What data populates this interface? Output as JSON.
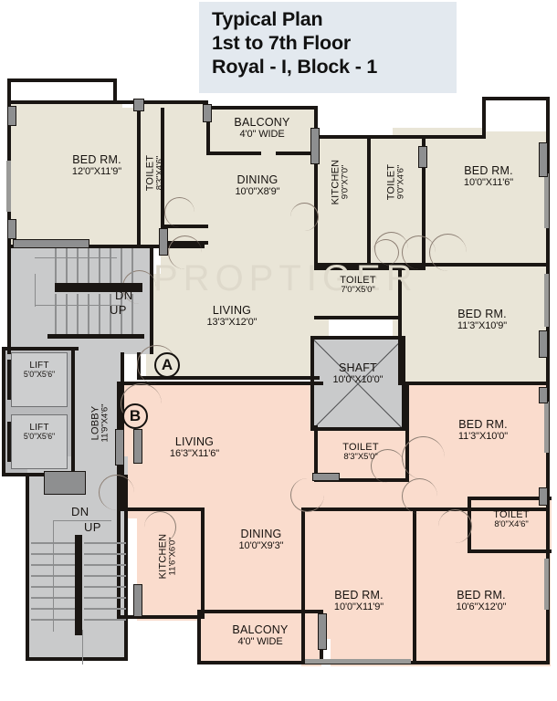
{
  "title": {
    "line1": "Typical Plan",
    "line2": "1st to 7th Floor",
    "line3": "Royal - I, Block - 1"
  },
  "watermark": "PROPTIGER",
  "colors": {
    "unit_a_fill": "#e9e5d7",
    "unit_b_fill": "#fadccd",
    "common_fill": "#c9cacb",
    "wall": "#1a1613",
    "title_bg": "#e3e9ef"
  },
  "markers": [
    {
      "label": "A",
      "unit": "unit-a"
    },
    {
      "label": "B",
      "unit": "unit-b"
    }
  ],
  "stairs": {
    "upper": {
      "dn": "DN",
      "up": "UP"
    },
    "lower": {
      "dn": "DN",
      "up": "UP"
    }
  },
  "unit_a": {
    "rooms": [
      {
        "name": "BED RM.",
        "dim": "12'0\"X11'9\""
      },
      {
        "name": "TOILET",
        "dim": "8'3\"X4'6\""
      },
      {
        "name": "BALCONY",
        "dim": "4'0\" WIDE"
      },
      {
        "name": "DINING",
        "dim": "10'0\"X8'9\""
      },
      {
        "name": "KITCHEN",
        "dim": "9'0\"X7'0\""
      },
      {
        "name": "TOILET",
        "dim": "9'0\"X4'6\""
      },
      {
        "name": "BED RM.",
        "dim": "10'0\"X11'6\""
      },
      {
        "name": "TOILET",
        "dim": "7'0\"X5'0\""
      },
      {
        "name": "LIVING",
        "dim": "13'3\"X12'0\""
      },
      {
        "name": "BED RM.",
        "dim": "11'3\"X10'9\""
      }
    ]
  },
  "unit_b": {
    "rooms": [
      {
        "name": "LIVING",
        "dim": "16'3\"X11'6\""
      },
      {
        "name": "KITCHEN",
        "dim": "11'6\"X6'0\""
      },
      {
        "name": "DINING",
        "dim": "10'0\"X9'3\""
      },
      {
        "name": "BALCONY",
        "dim": "4'0\" WIDE"
      },
      {
        "name": "TOILET",
        "dim": "8'3\"X5'0\""
      },
      {
        "name": "BED RM.",
        "dim": "11'3\"X10'0\""
      },
      {
        "name": "TOILET",
        "dim": "8'0\"X4'6\""
      },
      {
        "name": "BED RM.",
        "dim": "10'0\"X11'9\""
      },
      {
        "name": "BED RM.",
        "dim": "10'6\"X12'0\""
      }
    ]
  },
  "common": {
    "shaft": {
      "name": "SHAFT",
      "dim": "10'0\"X10'0\""
    },
    "lobby": {
      "name": "LOBBY",
      "dim": "11'9\"X4'6\""
    },
    "lifts": [
      {
        "name": "LIFT",
        "dim": "5'0\"X5'6\""
      },
      {
        "name": "LIFT",
        "dim": "5'0\"X5'6\""
      }
    ]
  }
}
